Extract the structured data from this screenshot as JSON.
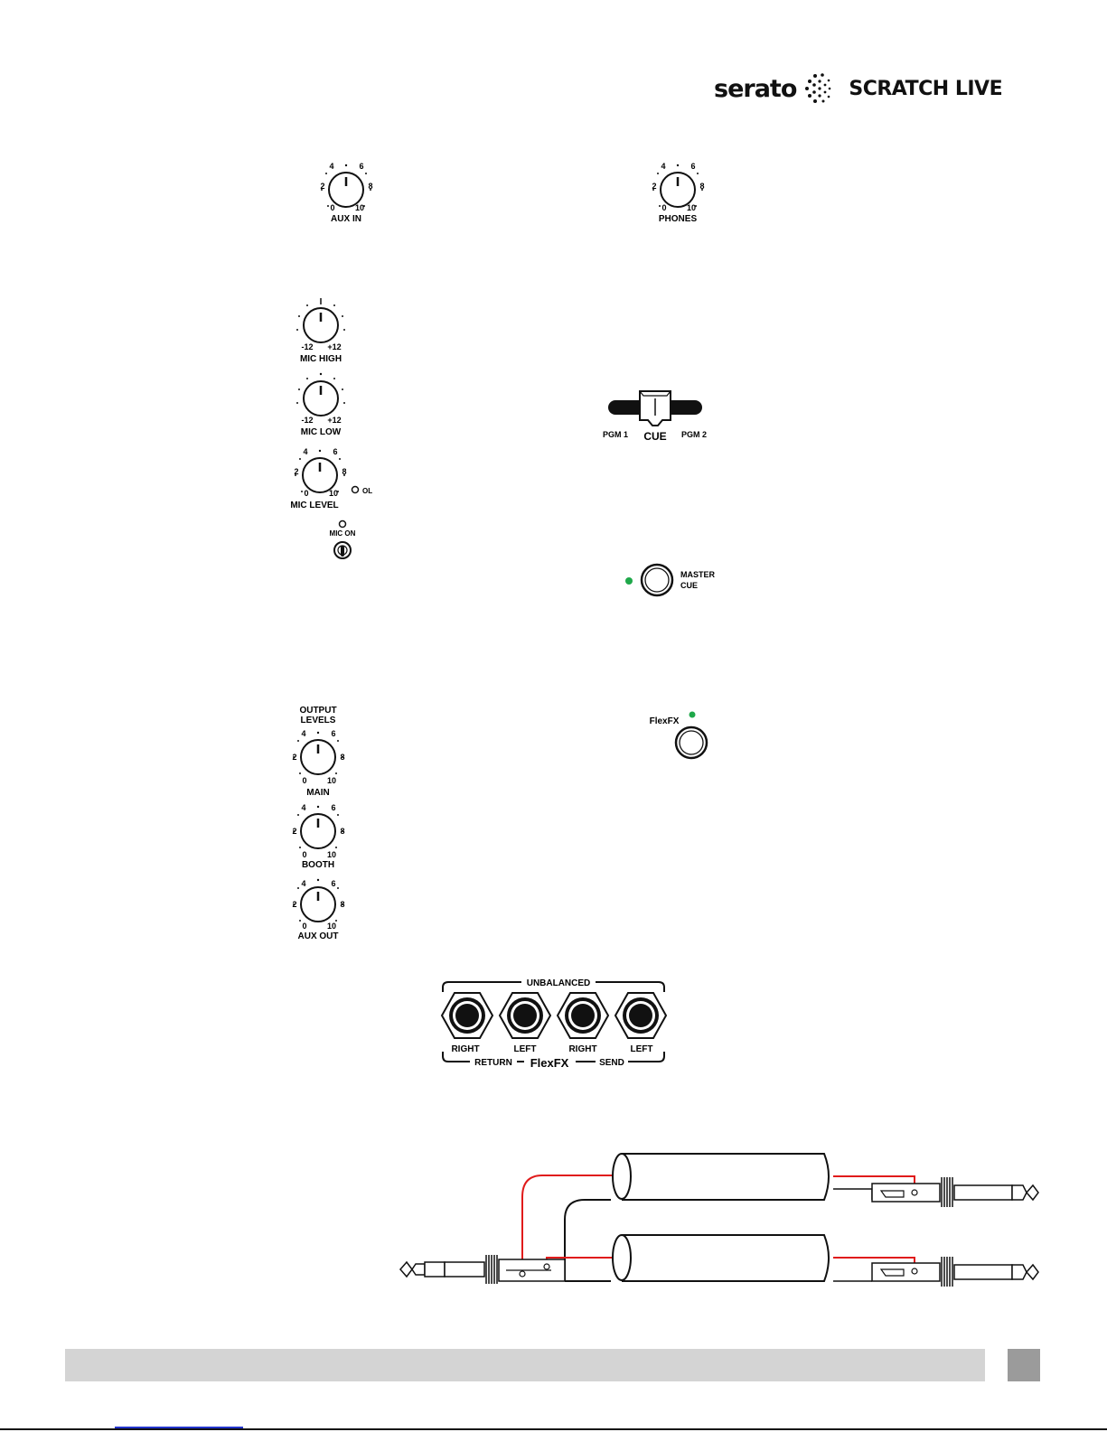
{
  "logo": {
    "word": "serato",
    "product": "SCRATCH LIVE"
  },
  "aux_in": {
    "label": "AUX IN",
    "ticks": [
      "0",
      "2",
      "4",
      "6",
      "8",
      "10"
    ]
  },
  "phones": {
    "label": "PHONES",
    "ticks": [
      "0",
      "2",
      "4",
      "6",
      "8",
      "10"
    ]
  },
  "mic_high": {
    "label": "MIC HIGH",
    "min": "-12",
    "max": "+12"
  },
  "mic_low": {
    "label": "MIC LOW",
    "min": "-12",
    "max": "+12"
  },
  "mic_level": {
    "label": "MIC LEVEL",
    "ticks": [
      "0",
      "2",
      "4",
      "6",
      "8",
      "10"
    ],
    "indicator": "OL"
  },
  "mic_on": {
    "label": "MIC ON"
  },
  "crossfader": {
    "left": "PGM 1",
    "center": "CUE",
    "right": "PGM 2"
  },
  "master_cue": {
    "line1": "MASTER",
    "line2": "CUE",
    "led_color": "#1fa84a"
  },
  "output": {
    "heading1": "OUTPUT",
    "heading2": "LEVELS",
    "main": {
      "label": "MAIN",
      "ticks": [
        "0",
        "2",
        "4",
        "6",
        "8",
        "10"
      ]
    },
    "booth": {
      "label": "BOOTH",
      "ticks": [
        "0",
        "2",
        "4",
        "6",
        "8",
        "10"
      ]
    },
    "aux_out": {
      "label": "AUX OUT",
      "ticks": [
        "0",
        "2",
        "4",
        "6",
        "8",
        "10"
      ]
    }
  },
  "flexfx_button": {
    "label": "FlexFX",
    "led_color": "#1fa84a"
  },
  "jacks": {
    "heading": "UNBALANCED",
    "labels": [
      "RIGHT",
      "LEFT",
      "RIGHT",
      "LEFT"
    ],
    "bottom_left": "RETURN",
    "bottom_center": "FlexFX",
    "bottom_right": "SEND"
  },
  "cable": {
    "wire_color": "#e01b1b"
  },
  "footer": {
    "bar_color": "#d4d4d4",
    "box_color": "#9b9b9b"
  }
}
